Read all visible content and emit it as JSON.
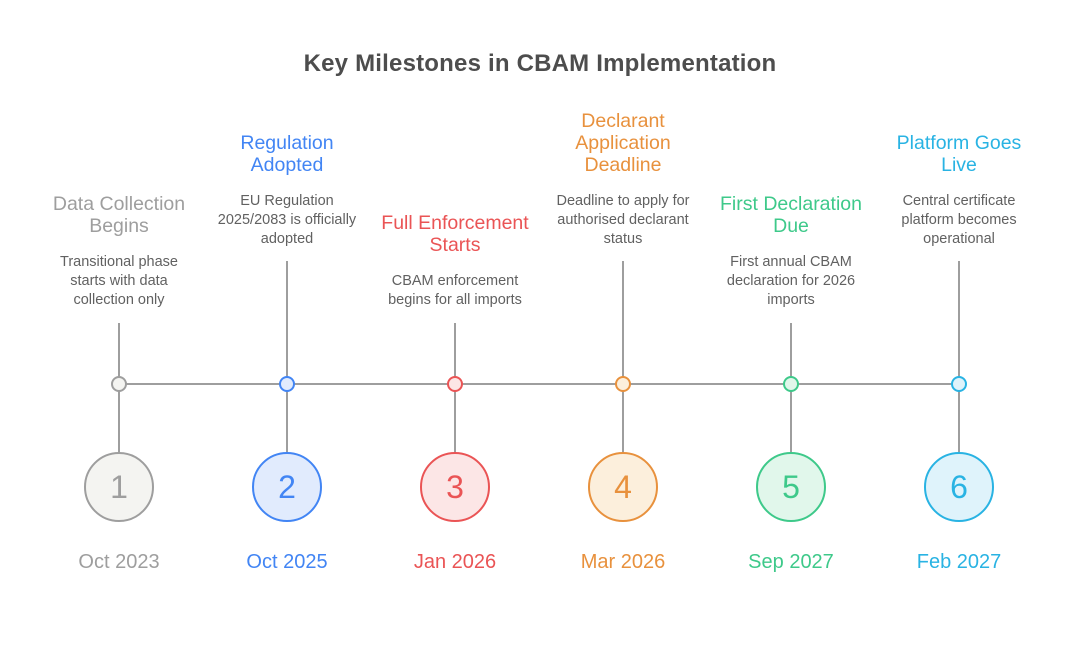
{
  "title": "Key Milestones in CBAM Implementation",
  "connector_color": "#9E9E9E",
  "description_color": "#616161",
  "title_color": "#4D4D4D",
  "milestones": [
    {
      "num": "1",
      "label": "Data Collection Begins",
      "desc": "Transitional phase starts with data collection only",
      "date": "Oct 2023",
      "color": "#9E9E9E",
      "fill": "#F4F4F1"
    },
    {
      "num": "2",
      "label": "Regulation Adopted",
      "desc": "EU Regulation 2025/2083 is officially adopted",
      "date": "Oct 2025",
      "color": "#4285F4",
      "fill": "#E1EBFD"
    },
    {
      "num": "3",
      "label": "Full Enforcement Starts",
      "desc": "CBAM enforcement begins for all imports",
      "date": "Jan 2026",
      "color": "#EA5455",
      "fill": "#FCE6E6"
    },
    {
      "num": "4",
      "label": "Declarant Application Deadline",
      "desc": "Deadline to apply for authorised declarant status",
      "date": "Mar 2026",
      "color": "#E8913D",
      "fill": "#FCEFDC"
    },
    {
      "num": "5",
      "label": "First Declaration Due",
      "desc": "First annual CBAM declaration for 2026 imports",
      "date": "Sep 2027",
      "color": "#3EC98A",
      "fill": "#E1F7EB"
    },
    {
      "num": "6",
      "label": "Platform Goes Live",
      "desc": "Central certificate platform becomes operational",
      "date": "Feb 2027",
      "color": "#29B3E3",
      "fill": "#DFF3FB"
    }
  ]
}
